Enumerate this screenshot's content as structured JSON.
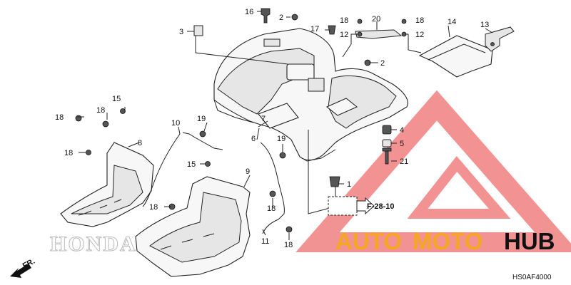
{
  "diagram": {
    "callouts": [
      {
        "id": "c1",
        "text": "1"
      },
      {
        "id": "c2a",
        "text": "2"
      },
      {
        "id": "c2b",
        "text": "2"
      },
      {
        "id": "c3",
        "text": "3"
      },
      {
        "id": "c4",
        "text": "4"
      },
      {
        "id": "c5",
        "text": "5"
      },
      {
        "id": "c6",
        "text": "6"
      },
      {
        "id": "c7",
        "text": "7"
      },
      {
        "id": "c8",
        "text": "8"
      },
      {
        "id": "c9",
        "text": "9"
      },
      {
        "id": "c10",
        "text": "10"
      },
      {
        "id": "c11",
        "text": "11"
      },
      {
        "id": "c12a",
        "text": "12"
      },
      {
        "id": "c12b",
        "text": "12"
      },
      {
        "id": "c13",
        "text": "13"
      },
      {
        "id": "c14",
        "text": "14"
      },
      {
        "id": "c15a",
        "text": "15"
      },
      {
        "id": "c15b",
        "text": "15"
      },
      {
        "id": "c16",
        "text": "16"
      },
      {
        "id": "c17",
        "text": "17"
      },
      {
        "id": "c18a",
        "text": "18"
      },
      {
        "id": "c18b",
        "text": "18"
      },
      {
        "id": "c18c",
        "text": "18"
      },
      {
        "id": "c18d",
        "text": "18"
      },
      {
        "id": "c18e",
        "text": "18"
      },
      {
        "id": "c18f",
        "text": "18"
      },
      {
        "id": "c18g",
        "text": "18"
      },
      {
        "id": "c19a",
        "text": "19"
      },
      {
        "id": "c19b",
        "text": "19"
      },
      {
        "id": "c20",
        "text": "20"
      },
      {
        "id": "c21",
        "text": "21"
      }
    ],
    "reference": "F-28-10",
    "front_marker": "FR.",
    "diagram_code": "HS0AF4000",
    "background_logo": "HONDA"
  },
  "watermark": {
    "part1": "AUTO",
    "part2": "MOTO",
    "part3": "HUB",
    "color_primary": "#f5a623",
    "color_logo": "#f08080",
    "color_dark": "#111111"
  }
}
